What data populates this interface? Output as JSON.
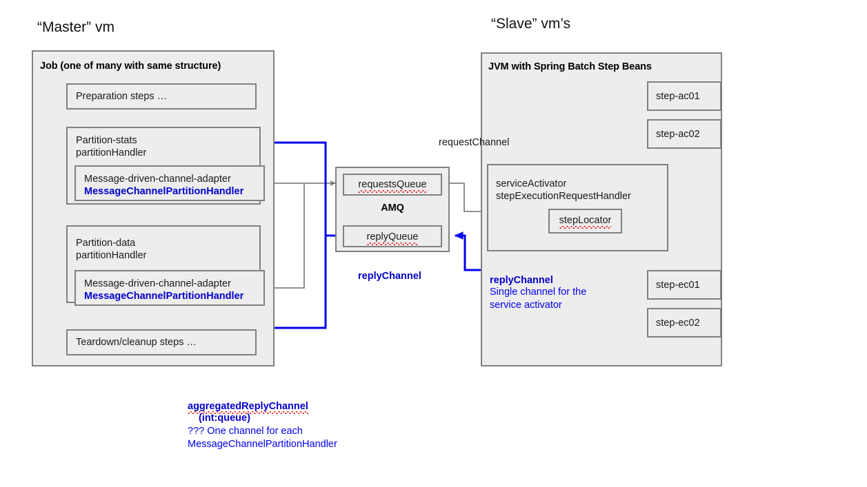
{
  "diagram": {
    "title_master": "“Master” vm",
    "title_slave": "“Slave” vm’s",
    "colors": {
      "blue": "#0000ee",
      "gray_border": "#808080",
      "box_fill": "#ededed",
      "spellcheck_red": "#e02020",
      "page_bg": "#ffffff"
    }
  },
  "master": {
    "job_header": "Job (one of many with same structure)",
    "preparation": "Preparation steps …",
    "teardown": "Teardown/cleanup steps …",
    "partitions": [
      {
        "label_line1": "Partition-stats",
        "label_line2": "partitionHandler",
        "adapter_line1": "Message-driven-channel-adapter",
        "adapter_line2": "MessageChannelPartitionHandler"
      },
      {
        "label_line1": "Partition-data",
        "label_line2": "partitionHandler",
        "adapter_line1": "Message-driven-channel-adapter",
        "adapter_line2": "MessageChannelPartitionHandler"
      }
    ]
  },
  "amq": {
    "name": "AMQ",
    "requests_queue": "requestsQueue",
    "reply_queue": "replyQueue",
    "reply_channel_label": "replyChannel"
  },
  "slave": {
    "jvm_header": "JVM with Spring Batch Step Beans",
    "service_activator_line1": "serviceActivator",
    "service_activator_line2": "stepExecutionRequestHandler",
    "step_locator": "stepLocator",
    "steps": [
      {
        "name": "step-ac01"
      },
      {
        "name": "step-ac02"
      },
      {
        "name": "step-ec01"
      },
      {
        "name": "step-ec02"
      }
    ]
  },
  "annotations": {
    "request_channel": "requestChannel",
    "reply_channel_title": "replyChannel",
    "reply_channel_desc_line1": "Single channel for the",
    "reply_channel_desc_line2": "service activator",
    "aggregated_title": "aggregatedReplyChannel",
    "aggregated_subtitle": "(int:queue)",
    "aggregated_desc_line1": "??? One channel for each",
    "aggregated_desc_line2": "MessageChannelPartitionHandler"
  }
}
